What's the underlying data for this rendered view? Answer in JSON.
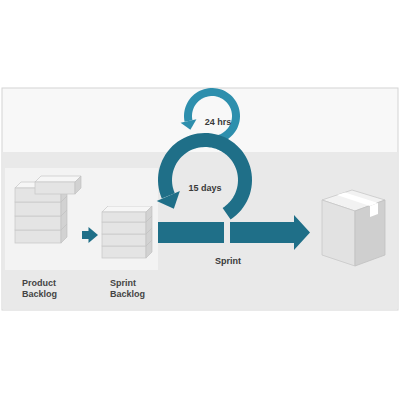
{
  "diagram": {
    "nodes": [
      {
        "text": [
          "Product Backlog"
        ]
      },
      {
        "text": [
          "Sprint Backlog"
        ]
      }
    ],
    "edges": [
      {
        "from": 0,
        "to": 1,
        "arrow": "to"
      }
    ],
    "labels": [
      "24 hrs",
      "15 days",
      "Sprint"
    ]
  }
}
